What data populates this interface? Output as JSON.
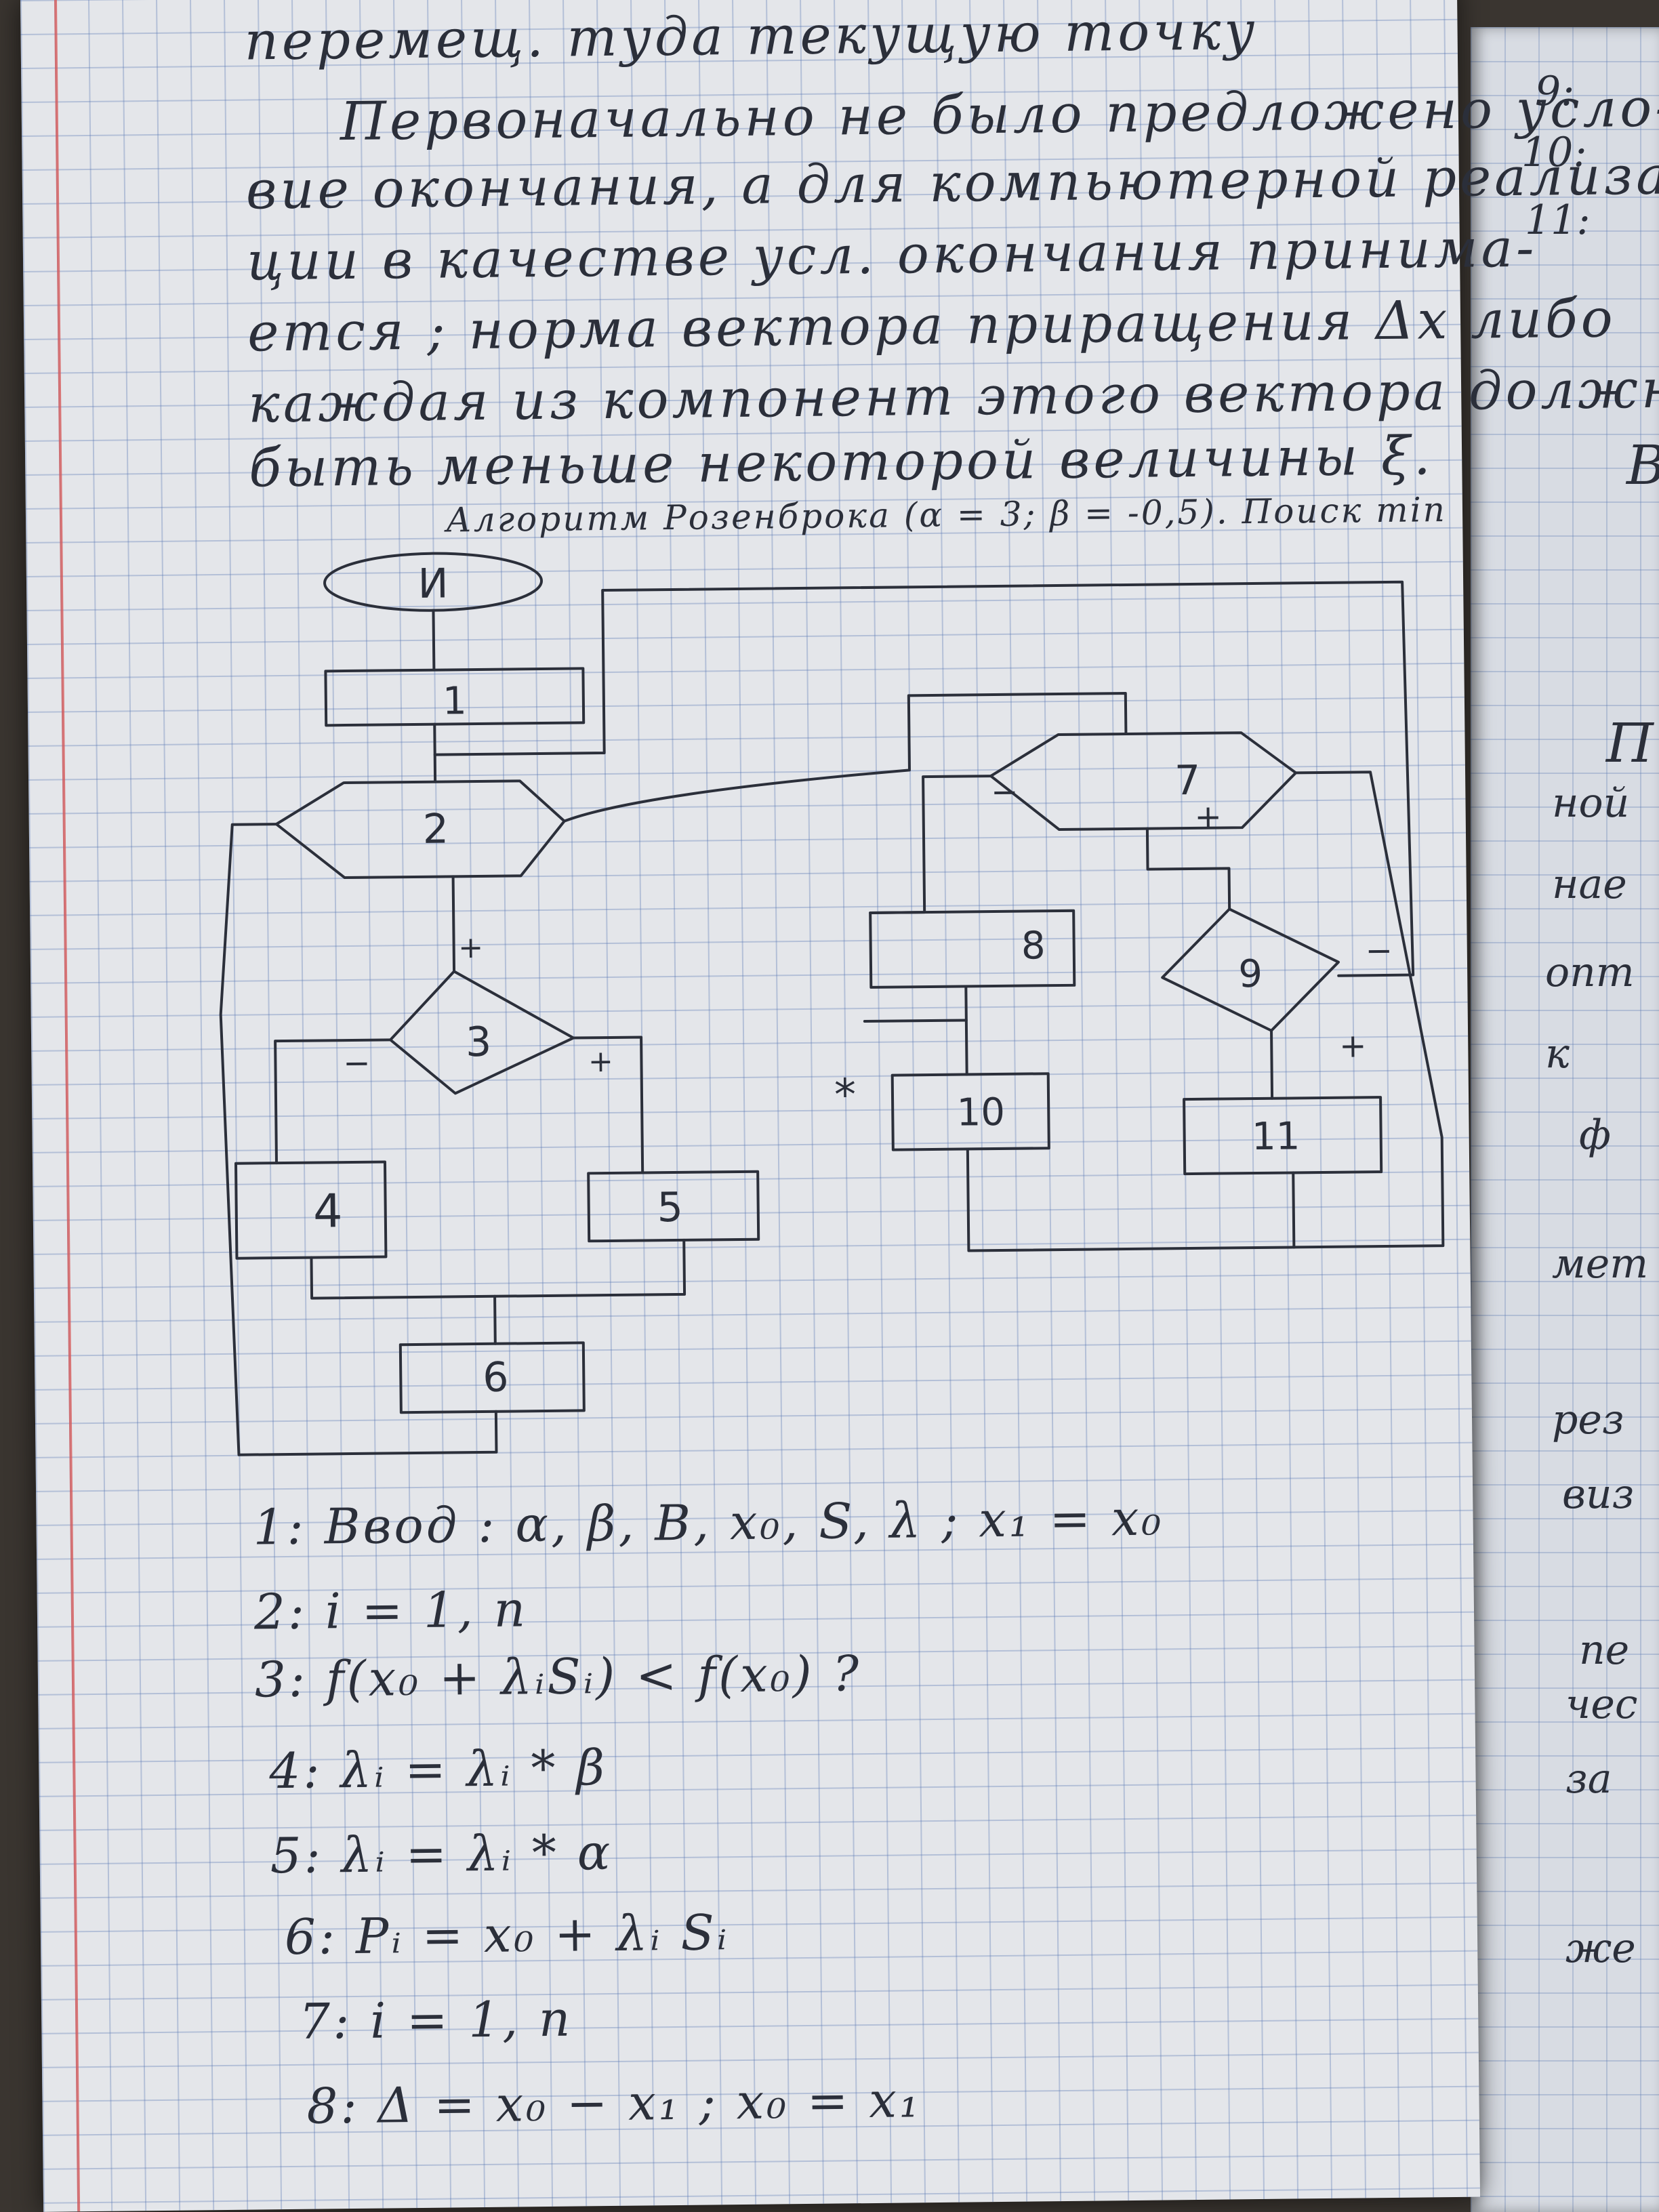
{
  "notes": {
    "paragraph_lines": [
      "перемещ. туда   текущую  точку",
      "Первоначально  не было  предложено  усло-",
      "вие окончания, а для компьютерной реализа-",
      "ции в качестве усл. окончания принима-",
      "ется ; норма вектора приращения Δх либо",
      "каждая из компонент этого вектора должна",
      "быть меньше некоторой  величины ξ."
    ],
    "caption": "Алгоритм Розенброка (α = 3; β = -0,5). Поиск min",
    "flowchart": {
      "start_label": "И",
      "block_labels": [
        "1",
        "2",
        "3",
        "4",
        "5",
        "6",
        "7",
        "8",
        "9",
        "10",
        "11"
      ],
      "plus_sign": "+",
      "minus_sign": "−",
      "star_sign": "*"
    },
    "legend_lines": [
      "1:  Ввод : α, β, B, x₀, S, λ ; x₁ = x₀",
      "2:  i = 1, n",
      "3:  f(x₀ + λᵢSᵢ) < f(x₀) ?",
      "4:   λᵢ = λᵢ * β",
      "5:  λᵢ = λᵢ * α",
      "6:   Pᵢ = x₀ + λᵢ Sᵢ",
      "7:  i = 1, n",
      "8:    Δ = x₀ − x₁ ; x₀ = x₁"
    ]
  },
  "right_page": {
    "numbers": [
      "9:",
      "10:",
      "11:"
    ],
    "fragments": [
      "В",
      "П",
      "ной",
      "нае",
      "опт",
      "к",
      "ф",
      "мет",
      "рез",
      "виз",
      "пе",
      "чес",
      "за",
      "же"
    ]
  }
}
